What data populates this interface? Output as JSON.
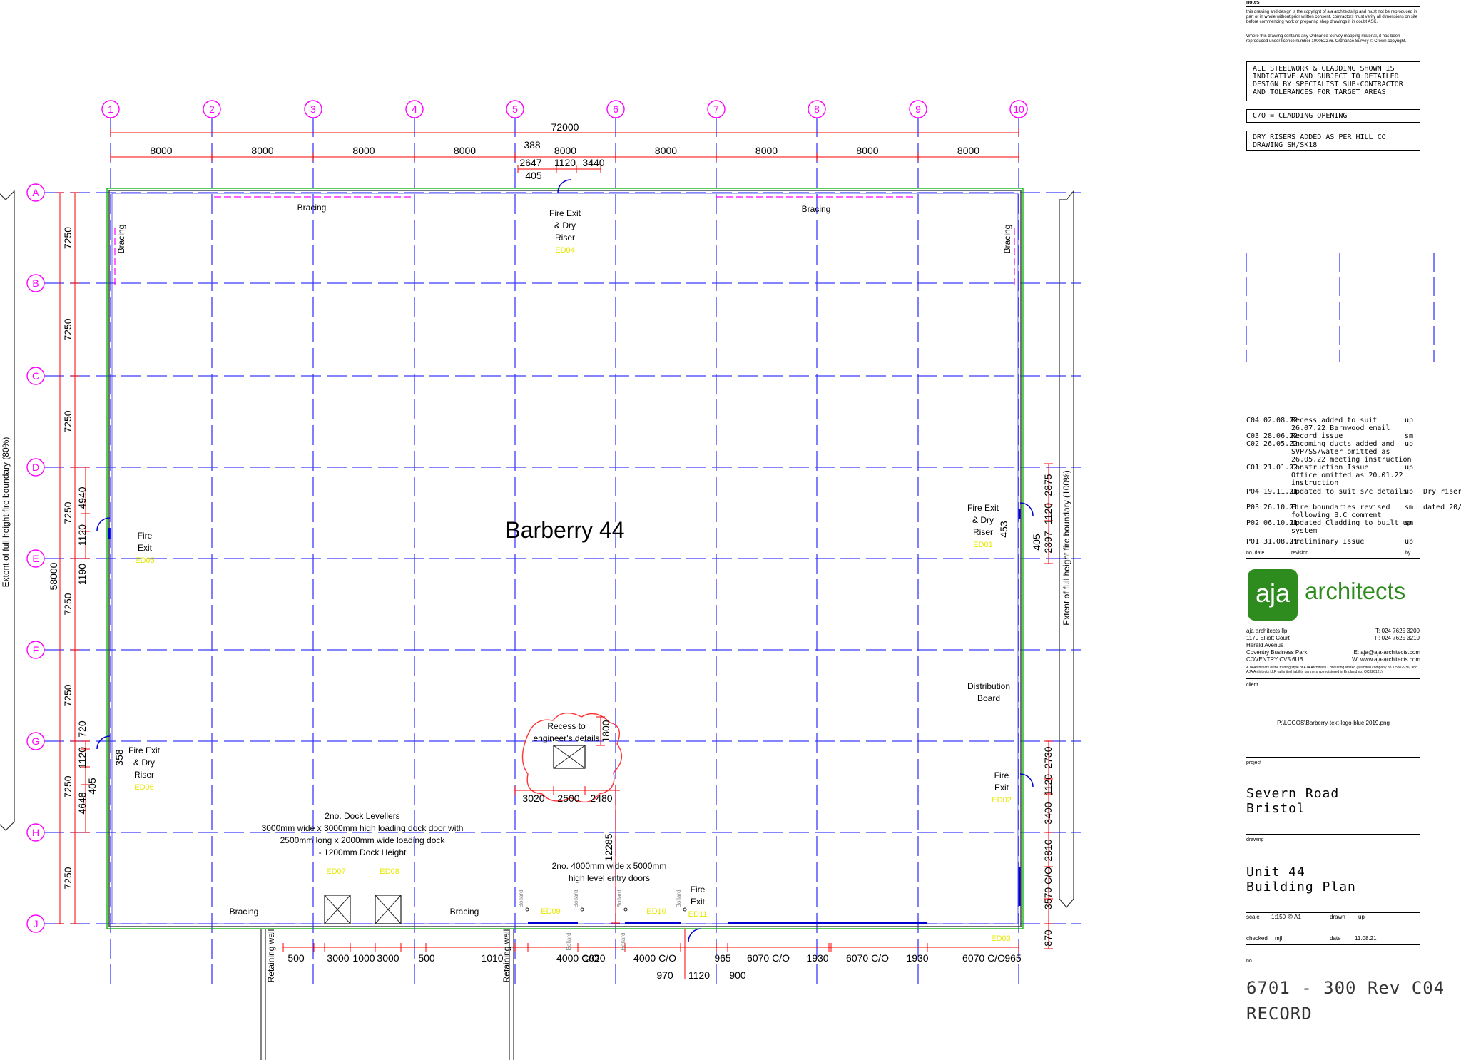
{
  "grid": {
    "columns": [
      "1",
      "2",
      "3",
      "4",
      "5",
      "6",
      "7",
      "8",
      "9",
      "10"
    ],
    "rows": [
      "A",
      "B",
      "C",
      "D",
      "E",
      "F",
      "G",
      "H",
      "J"
    ]
  },
  "dims": {
    "overall": "72000",
    "bays": [
      "8000",
      "8000",
      "8000",
      "8000",
      "8000",
      "8000",
      "8000",
      "8000",
      "8000"
    ],
    "top_door": [
      "388",
      "2647",
      "1120",
      "3440",
      "405"
    ],
    "left_rows": [
      "7250",
      "7250",
      "7250",
      "7250",
      "7250",
      "7250",
      "7250",
      "7250"
    ],
    "overall_vertical": "58000",
    "left_extra": [
      "4940",
      "1120",
      "1190",
      "720",
      "1120",
      "4648",
      "405",
      "358"
    ],
    "right_extra": [
      "2875",
      "1120",
      "2397",
      "405",
      "453",
      "2730",
      "1120",
      "3400",
      "2810",
      "3570 C/O",
      "870"
    ],
    "recess": [
      "3020",
      "2500",
      "2480",
      "1800",
      "12285"
    ],
    "bottom": [
      "500",
      "3000",
      "1000",
      "3000",
      "500",
      "1010",
      "4000 C/O",
      "1020",
      "4000 C/O",
      "970",
      "1120",
      "965",
      "6070 C/O",
      "1930",
      "6070 C/O",
      "1930",
      "6070 C/O",
      "965",
      "900"
    ]
  },
  "labels": {
    "title": "Barberry 44",
    "bracing": "Bracing",
    "fire_exit_dry_riser": [
      "Fire",
      "Exit",
      "& Dry",
      "Riser"
    ],
    "ed_codes": [
      "ED04",
      "ED01",
      "ED06",
      "ED05",
      "ED02",
      "ED07",
      "ED08",
      "ED09",
      "ED10",
      "ED11",
      "ED03"
    ],
    "fire_exit": [
      "Fire",
      "Exit"
    ],
    "recess": [
      "Recess to",
      "engineer's details"
    ],
    "distribution": [
      "Distribution",
      "Board"
    ],
    "dock": [
      "2no. Dock Levellers",
      "3000mm wide x 3000mm high loading dock door with",
      "2500mm long x 2000mm wide loading dock",
      "- 1200mm Dock Height"
    ],
    "entry": [
      "2no. 4000mm wide x 5000mm",
      "high level entry doors"
    ],
    "retaining_wall": "Retaining wall",
    "bollard": "Bollard",
    "extent_left": "Extent of full height fire boundary (80%)",
    "extent_right": "Extent of full height fire boundary (100%)"
  },
  "title_block": {
    "notes_label": "notes",
    "notes_1": "this drawing and design is the copyright of aja architects llp and must not be reproduced in part or in whole without prior written consent. contractors must verify all dimensions on site before commencing work or preparing shop drawings if in doubt ASK.",
    "notes_2": "Where this drawing contains any Ordnance Survey mapping material, it has been reproduced under licence number 100052276. Ordnance Survey © Crown copyright.",
    "box1": [
      "ALL STEELWORK & CLADDING SHOWN IS",
      "INDICATIVE AND SUBJECT TO DETAILED",
      "DESIGN BY SPECIALIST SUB-CONTRACTOR",
      "AND TOLERANCES FOR TARGET AREAS"
    ],
    "box2": "C/O = CLADDING OPENING",
    "box3": [
      "DRY RISERS ADDED AS PER HILL CO",
      "DRAWING SH/SK18"
    ],
    "revisions": [
      {
        "no": "C04",
        "date": "02.08.22",
        "text": "Recess added to suit",
        "by": "up"
      },
      {
        "no": "",
        "date": "",
        "text": "26.07.22 Barnwood email",
        "by": ""
      },
      {
        "no": "C03",
        "date": "28.06.22",
        "text": "Record issue",
        "by": "sm"
      },
      {
        "no": "C02",
        "date": "26.05.22",
        "text": "Incoming ducts added and",
        "by": "up"
      },
      {
        "no": "",
        "date": "",
        "text": "SVP/SS/water omitted as",
        "by": ""
      },
      {
        "no": "",
        "date": "",
        "text": "26.05.22 meeting instruction",
        "by": ""
      },
      {
        "no": "C01",
        "date": "21.01.22",
        "text": "Construction Issue",
        "by": "up"
      },
      {
        "no": "",
        "date": "",
        "text": "Office omitted as 20.01.22",
        "by": ""
      },
      {
        "no": "",
        "date": "",
        "text": "instruction",
        "by": ""
      },
      {
        "no": "P04",
        "date": "19.11.21",
        "text": "Updated to suit s/c details",
        "by": "up"
      },
      {
        "no": "P03",
        "date": "26.10.21",
        "text": "Fire boundaries revised",
        "by": "sm"
      },
      {
        "no": "",
        "date": "",
        "text": "following B.C comment",
        "by": ""
      },
      {
        "no": "P02",
        "date": "06.10.21",
        "text": "Updated Cladding to built up",
        "by": "sm"
      },
      {
        "no": "",
        "date": "",
        "text": "system",
        "by": ""
      },
      {
        "no": "P01",
        "date": "31.08.21",
        "text": "Preliminary Issue",
        "by": "up"
      }
    ],
    "overflow_1": "Dry riser s",
    "overflow_2": "dated 20/",
    "rev_header": {
      "no": "no. date",
      "revision": "revision",
      "by": "by"
    },
    "logo_aja": "aja",
    "logo_architects": "architects",
    "address": [
      "aja architects llp",
      "1170 Elliott Court",
      "Herald Avenue",
      "Coventry Business Park",
      "COVENTRY CV5 6UB"
    ],
    "phones": [
      "T: 024 7625 3200",
      "F: 024 7625 3210"
    ],
    "emails": [
      "E: aja@aja-architects.com",
      "W: www.aja-architects.com"
    ],
    "legal": "AJA Architects is the trading style of AJA Architects Consulting limited (a limited company no. 05802936) and AJA Architects LLP (a limited liability partnership registered in England no. OC326121).",
    "client_label": "client",
    "client_logo_path": "P:\\LOGOS\\Barberry-text-logo-blue 2019.png",
    "project_label": "project",
    "project": [
      "Severn Road",
      "Bristol"
    ],
    "drawing_label": "drawing",
    "drawing": [
      "Unit 44",
      "Building Plan"
    ],
    "scale_label": "scale",
    "scale": "1:150 @ A1",
    "drawn_label": "drawn",
    "drawn": "up",
    "checked_label": "checked",
    "checked": "mjl",
    "date_label": "date",
    "date": "11.08.21",
    "no_label": "no",
    "number": "6701 - 300 Rev C04",
    "status": "RECORD"
  },
  "colors": {
    "grid": "#3b3bff",
    "bubble": "#ff00ff",
    "dim": "#ff0000",
    "wall_green": "#00b000",
    "code_yellow": "#e8e800",
    "logo_green": "#2e8b1e"
  }
}
